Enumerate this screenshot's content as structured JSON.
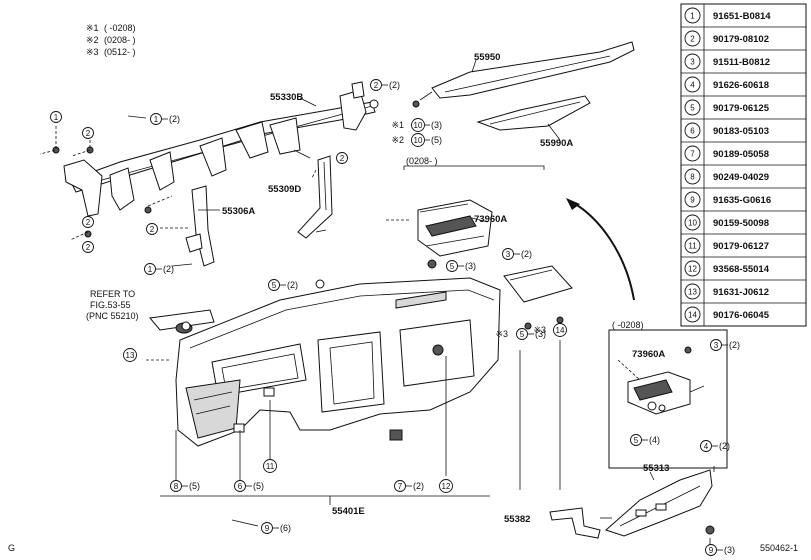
{
  "legend": {
    "rows": [
      {
        "num": "1",
        "part": "91651-B0814"
      },
      {
        "num": "2",
        "part": "90179-08102"
      },
      {
        "num": "3",
        "part": "91511-B0812"
      },
      {
        "num": "4",
        "part": "91626-60618"
      },
      {
        "num": "5",
        "part": "90179-06125"
      },
      {
        "num": "6",
        "part": "90183-05103"
      },
      {
        "num": "7",
        "part": "90189-05058"
      },
      {
        "num": "8",
        "part": "90249-04029"
      },
      {
        "num": "9",
        "part": "91635-G0616"
      },
      {
        "num": "10",
        "part": "90159-50098"
      },
      {
        "num": "11",
        "part": "90179-06127"
      },
      {
        "num": "12",
        "part": "93568-55014"
      },
      {
        "num": "13",
        "part": "91631-J0612"
      },
      {
        "num": "14",
        "part": "90176-06045"
      }
    ]
  },
  "notes": [
    {
      "mark": "※1",
      "range": "(      -0208)"
    },
    {
      "mark": "※2",
      "range": "(0208-      )"
    },
    {
      "mark": "※3",
      "range": "(0512-      )"
    }
  ],
  "labels": {
    "p55950": "55950",
    "p55990A": "55990A",
    "p55330B": "55330B",
    "p55309D": "55309D",
    "p55306A": "55306A",
    "p73960A_top": "73960A",
    "p73960A_box": "73960A",
    "p55401E": "55401E",
    "p55313": "55313",
    "p55382": "55382",
    "date_range_top": "(0208-      )",
    "date_range_box": "(      -0208)",
    "refer_1": "REFER TO",
    "refer_2": "FIG.53-55",
    "refer_3": "(PNC 55210)",
    "corner_left": "G",
    "corner_right": "550462-1"
  },
  "callouts": [
    {
      "num": "1",
      "qty": "(2)"
    },
    {
      "num": "1",
      "qty": ""
    },
    {
      "num": "2",
      "qty": ""
    },
    {
      "num": "2",
      "qty": ""
    },
    {
      "num": "2",
      "qty": "(2)"
    },
    {
      "num": "2",
      "qty": ""
    },
    {
      "num": "1",
      "qty": "(2)"
    },
    {
      "num": "2",
      "qty": ""
    },
    {
      "num": "2",
      "qty": ""
    },
    {
      "num": "10",
      "qty": "(3)",
      "mark": "※1"
    },
    {
      "num": "10",
      "qty": "(5)",
      "mark": "※2"
    },
    {
      "num": "3",
      "qty": "(2)"
    },
    {
      "num": "5",
      "qty": "(3)"
    },
    {
      "num": "5",
      "qty": "(2)"
    },
    {
      "num": "13",
      "qty": ""
    },
    {
      "num": "5",
      "qty": "(3)",
      "mark": "※3"
    },
    {
      "num": "14",
      "qty": "",
      "mark": "※3"
    },
    {
      "num": "8",
      "qty": "(5)"
    },
    {
      "num": "6",
      "qty": "(5)"
    },
    {
      "num": "11",
      "qty": ""
    },
    {
      "num": "7",
      "qty": "(2)"
    },
    {
      "num": "12",
      "qty": ""
    },
    {
      "num": "9",
      "qty": "(6)"
    },
    {
      "num": "3",
      "qty": "(2)"
    },
    {
      "num": "5",
      "qty": "(4)"
    },
    {
      "num": "4",
      "qty": "(2)"
    },
    {
      "num": "9",
      "qty": "(3)"
    }
  ]
}
